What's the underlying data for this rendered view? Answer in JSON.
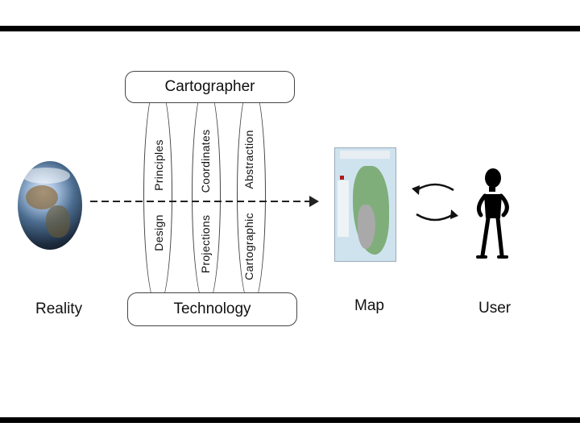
{
  "top_box": {
    "label": "Cartographer"
  },
  "bottom_box": {
    "label": "Technology"
  },
  "lenses": [
    {
      "left_text": "Design",
      "right_text": "Principles"
    },
    {
      "left_text": "Projections",
      "right_text": "Coordinates"
    },
    {
      "left_text": "Cartographic",
      "right_text": "Abstraction"
    }
  ],
  "nodes": {
    "reality": "Reality",
    "map": "Map",
    "user": "User"
  },
  "icons": {
    "reality": "earth-globe-icon",
    "map": "map-thumbnail-icon",
    "cycle": "circular-arrows-icon",
    "user": "stick-figure-person-icon"
  },
  "colors": {
    "rule": "#000000",
    "map_land": "#7fae7a",
    "map_water": "#cfe3ef"
  }
}
